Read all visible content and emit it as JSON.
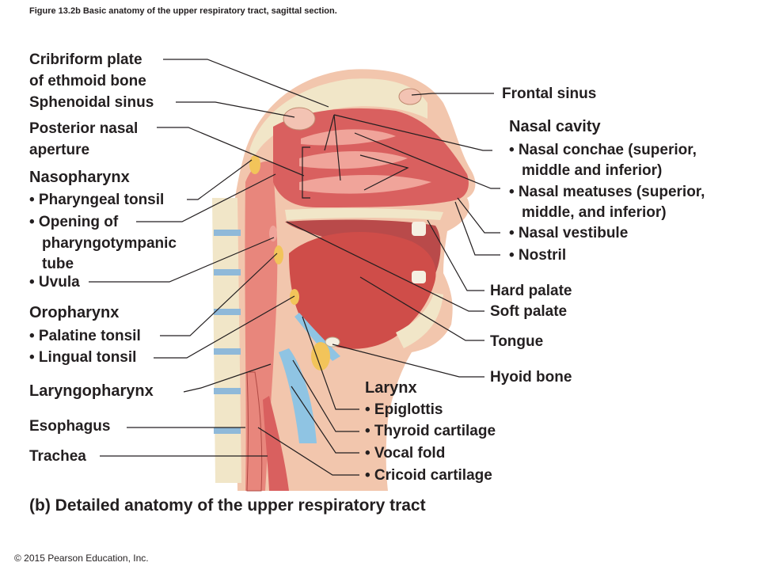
{
  "figure_caption": "Figure 13.2b Basic anatomy of the upper respiratory tract, sagittal section.",
  "labels": {
    "cribriform_plate": [
      "Cribriform plate",
      "of ethmoid bone"
    ],
    "sphenoidal_sinus": "Sphenoidal sinus",
    "posterior_nasal_aperture": [
      "Posterior nasal",
      "aperture"
    ],
    "nasopharynx": "Nasopharynx",
    "pharyngeal_tonsil": "• Pharyngeal tonsil",
    "opening_tube": [
      "• Opening of",
      "pharyngotympanic",
      "tube"
    ],
    "uvula": "• Uvula",
    "oropharynx": "Oropharynx",
    "palatine_tonsil": "• Palatine tonsil",
    "lingual_tonsil": "• Lingual tonsil",
    "laryngopharynx": "Laryngopharynx",
    "esophagus": "Esophagus",
    "trachea": "Trachea",
    "frontal_sinus": "Frontal sinus",
    "nasal_cavity": "Nasal cavity",
    "nasal_conchae": [
      "• Nasal conchae (superior,",
      "middle and inferior)"
    ],
    "nasal_meatuses": [
      "• Nasal meatuses (superior,",
      "middle, and inferior)"
    ],
    "nasal_vestibule": "• Nasal vestibule",
    "nostril": "• Nostril",
    "hard_palate": "Hard palate",
    "soft_palate": "Soft palate",
    "tongue": "Tongue",
    "hyoid_bone": "Hyoid bone",
    "larynx": "Larynx",
    "epiglottis": "• Epiglottis",
    "thyroid_cartilage": "• Thyroid cartilage",
    "vocal_fold": "• Vocal fold",
    "cricoid_cartilage": "• Cricoid cartilage"
  },
  "panel_title": "(b) Detailed anatomy of the upper respiratory tract",
  "copyright": "© 2015 Pearson Education, Inc.",
  "colors": {
    "skin": "#f2c6ad",
    "tissue": "#e8867c",
    "mucosa": "#d9605f",
    "bone": "#f1e6c8",
    "muscle": "#cf4d49",
    "cavity": "#b94a4a",
    "leader": "#231f20"
  }
}
